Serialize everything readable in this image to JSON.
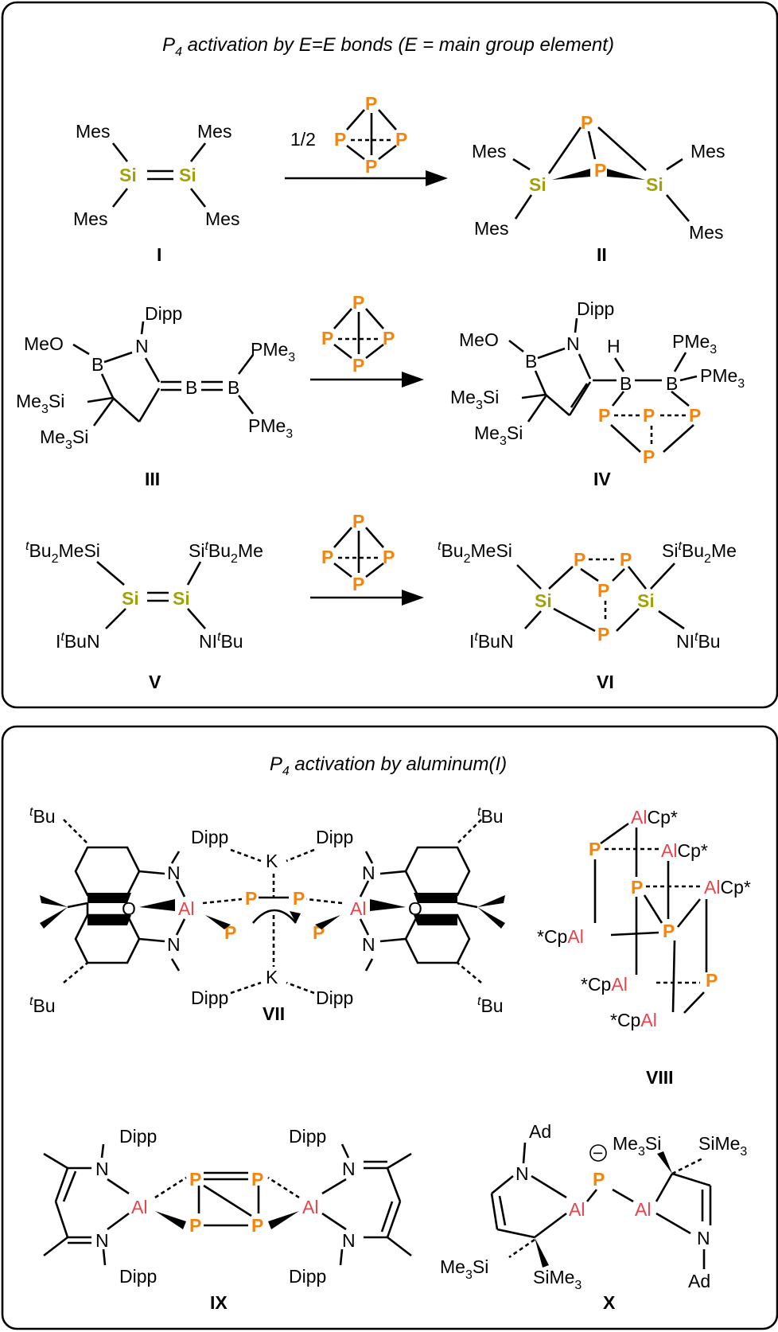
{
  "panels": {
    "top_title_main": "P",
    "top_title_sub": "4",
    "top_title_rest": " activation by E=E bonds (E = main group element)",
    "bottom_title_main": "P",
    "bottom_title_sub": "4",
    "bottom_title_rest": "  activation by aluminum(I)"
  },
  "compounds": {
    "I": "I",
    "II": "II",
    "III": "III",
    "IV": "IV",
    "V": "V",
    "VI": "VI",
    "VII": "VII",
    "VIII": "VIII",
    "IX": "IX",
    "X": "X"
  },
  "reagents": {
    "half": "1/2",
    "P": "P"
  },
  "atoms": {
    "Si": "Si",
    "Mes": "Mes",
    "B": "B",
    "N": "N",
    "O": "O",
    "H": "H",
    "K": "K",
    "Al": "Al",
    "Dipp": "Dipp",
    "MeO": "MeO",
    "Me3": "Me",
    "sub3": "3",
    "PMe": "PMe",
    "Ad": "Ad",
    "Cp": "Cp*",
    "Cpl": "*Cp",
    "Bu": "Bu",
    "t": "t",
    "Bu2MeSi": "Bu",
    "sub2": "2",
    "MeSi": "MeSi",
    "Me": "Me",
    "NI": "NI",
    "I": "I",
    "BuN": "BuN",
    "SiMe3a": "SiMe",
    "Me3Si": "Me",
    "minus": "−"
  },
  "colors": {
    "phosphorus": "#F5840C",
    "silicon": "#A3A10A",
    "aluminum": "#E8434B",
    "frame": "#000000"
  }
}
